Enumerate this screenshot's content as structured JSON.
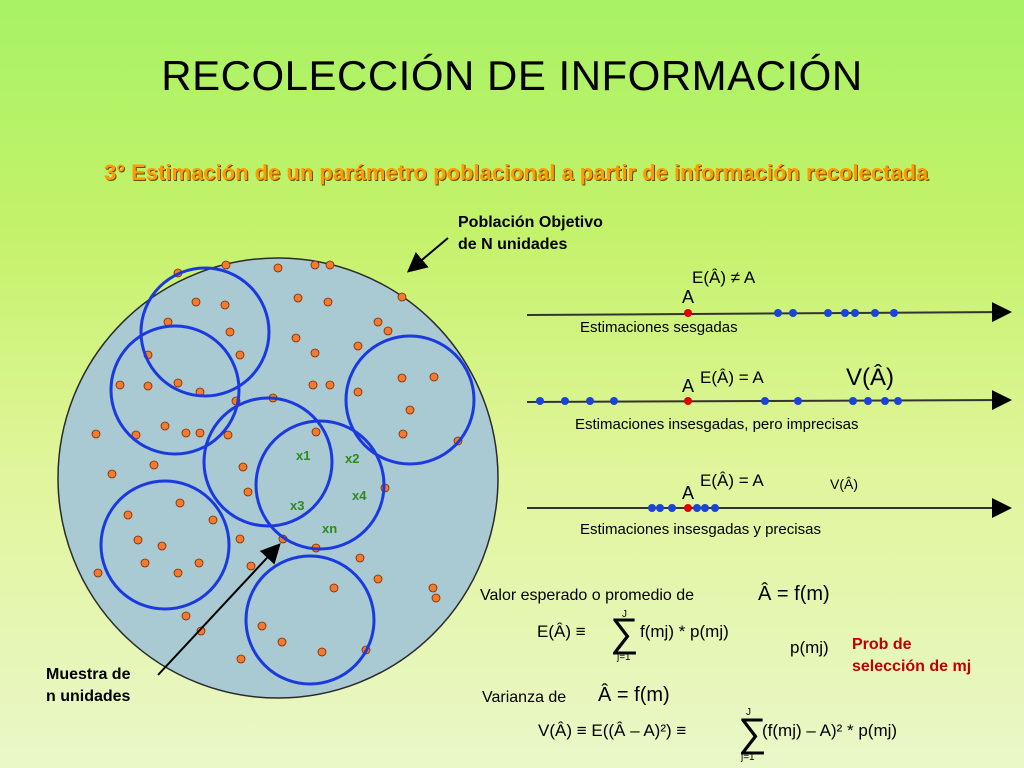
{
  "title": "RECOLECCIÓN DE INFORMACIÓN",
  "subtitle": "3° Estimación de un parámetro poblacional a partir de información recolectada",
  "population_label": [
    "Población Objetivo",
    "de N unidades"
  ],
  "sample_label": [
    "Muestra de",
    "n unidades"
  ],
  "sample_units": [
    "x1",
    "x2",
    "x3",
    "x4",
    "xn"
  ],
  "line1": {
    "relation": "E(Â)  ≠  A",
    "param": "A",
    "caption": "Estimaciones sesgadas"
  },
  "line2": {
    "relation": "E(Â)  =  A",
    "param": "A",
    "variance": "V(Â)",
    "caption": "Estimaciones insesgadas, pero imprecisas"
  },
  "line3": {
    "relation": "E(Â)  =  A",
    "param": "A",
    "variance": "V(Â)",
    "caption": "Estimaciones insesgadas y precisas"
  },
  "expected": {
    "label": "Valor esperado o promedio de",
    "estimator": "Â  =  f(m)",
    "formula_lhs": "E(Â)  ≡",
    "sum_top": "J",
    "sum_bottom": "j=1",
    "formula_rhs": "f(mj) * p(mj)",
    "prob": "p(mj)"
  },
  "prob_label": [
    "Prob de",
    "selección de mj"
  ],
  "variance": {
    "label": "Varianza de",
    "estimator": "Â  =  f(m)",
    "formula_lhs": "V(Â)  ≡  E((Â – A)²) ≡",
    "sum_top": "J",
    "sum_bottom": "j=1",
    "formula_rhs": "(f(mj) – A)² * p(mj)"
  },
  "colors": {
    "dot_orange": "#f47a2e",
    "dot_blue": "#1a44d6",
    "circle_blue": "#1a3ae0",
    "population_fill": "#a9c9d3",
    "param_red": "#e00000",
    "subtitle": "#ff9a00"
  }
}
